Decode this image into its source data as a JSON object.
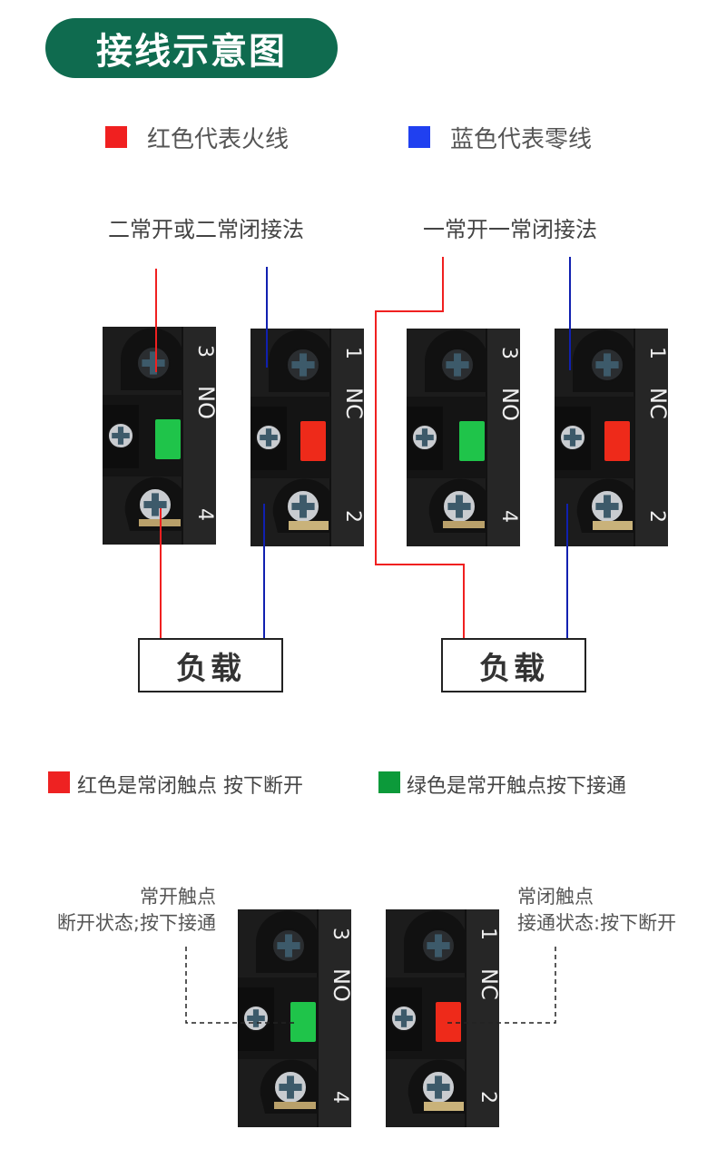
{
  "title": "接线示意图",
  "legend": {
    "red_label": "红色代表火线",
    "blue_label": "蓝色代表零线",
    "red": "#f02020",
    "blue": "#2040f0"
  },
  "diagrams": [
    {
      "heading": "二常开或二常闭接法",
      "load": "负载"
    },
    {
      "heading": "一常开一常闭接法",
      "load": "负载"
    }
  ],
  "modules": {
    "no": {
      "top": "3",
      "type": "NO",
      "bottom": "4",
      "button": "#1fc44a"
    },
    "nc": {
      "top": "1",
      "type": "NC",
      "bottom": "2",
      "button": "#ee2a1a"
    }
  },
  "button_legend": {
    "red_label": "红色是常闭触点 按下断开",
    "green_label": "绿色是常开触点按下接通",
    "red": "#ee2222",
    "green": "#0c9a3a"
  },
  "notes": {
    "no_title": "常开触点",
    "no_desc": "断开状态;按下接通",
    "nc_title": "常闭触点",
    "nc_desc": "接通状态:按下断开"
  }
}
